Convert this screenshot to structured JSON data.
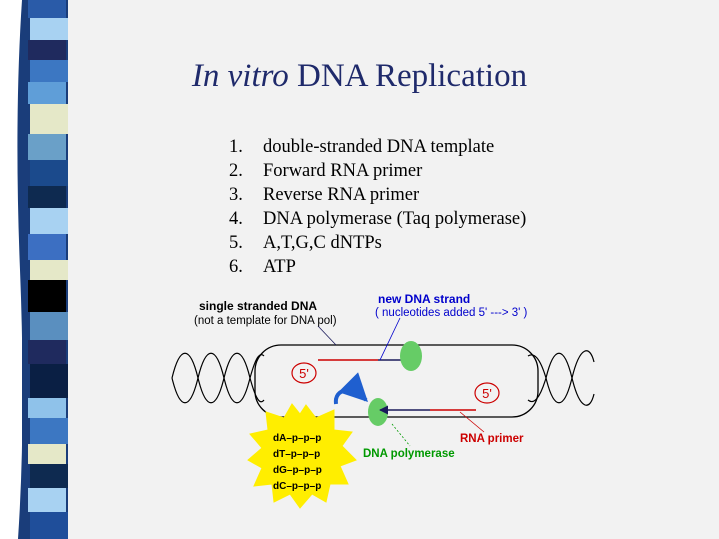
{
  "title": {
    "italic": "In vitro",
    "rest": " DNA Replication"
  },
  "items": [
    {
      "num": "1.",
      "text": "double-stranded DNA template"
    },
    {
      "num": "2.",
      "text": "Forward RNA primer"
    },
    {
      "num": "3.",
      "text": "Reverse RNA primer"
    },
    {
      "num": "4.",
      "text": "DNA polymerase (Taq polymerase)"
    },
    {
      "num": "5.",
      "text": "A,T,G,C  dNTPs"
    },
    {
      "num": "6.",
      "text": "ATP"
    }
  ],
  "diagram": {
    "single_stranded_title": "single stranded DNA",
    "single_stranded_note": "(not a template for DNA pol)",
    "new_strand_title": "new DNA strand",
    "new_strand_note": "( nucleotides added 5' ---> 3' )",
    "five_prime_top": "5'",
    "five_prime_bottom": "5'",
    "rna_primer": "RNA primer",
    "dna_polymerase": "DNA polymerase",
    "dntps": [
      "dA–p–p–p",
      "dT–p–p–p",
      "dG–p–p–p",
      "dC–p–p–p"
    ]
  },
  "colors": {
    "title": "#1f2a6b",
    "label_blue": "#0000cc",
    "label_red": "#cc0000",
    "label_green": "#009900",
    "polymerase_fill": "#66cc66",
    "starburst_fill": "#ffee00",
    "sidebar": [
      "#1f4e9a",
      "#e5e8c8",
      "#1f2a5e",
      "#6aa0d8",
      "#000000",
      "#3c77c2",
      "#a8d2f2",
      "#0e2a50",
      "#d8dca8",
      "#5a8fbf"
    ]
  }
}
